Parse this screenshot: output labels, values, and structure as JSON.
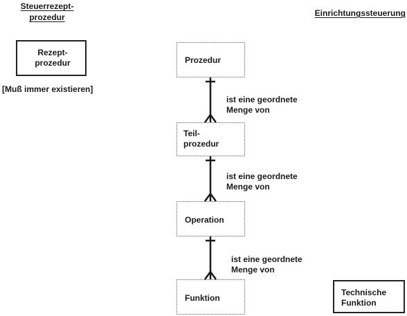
{
  "headers": {
    "left": [
      "Steuerrezept-",
      "prozedur"
    ],
    "right": "Einrichtungssteuerung"
  },
  "left_column": {
    "box_lines": [
      "Rezept-",
      "prozedur"
    ],
    "note": "[Muß immer existieren]"
  },
  "hierarchy": {
    "prozedur": "Prozedur",
    "teilprozedur": [
      "Teil-",
      "prozedur"
    ],
    "operation": "Operation",
    "funktion": "Funktion"
  },
  "relations": [
    [
      "ist eine geordnete",
      "Menge von"
    ],
    [
      "ist eine geordnete",
      "Menge von"
    ],
    [
      "ist eine geordnete",
      "Menge von"
    ]
  ],
  "right_column": {
    "box_lines": [
      "Technische",
      "Funktion"
    ]
  }
}
